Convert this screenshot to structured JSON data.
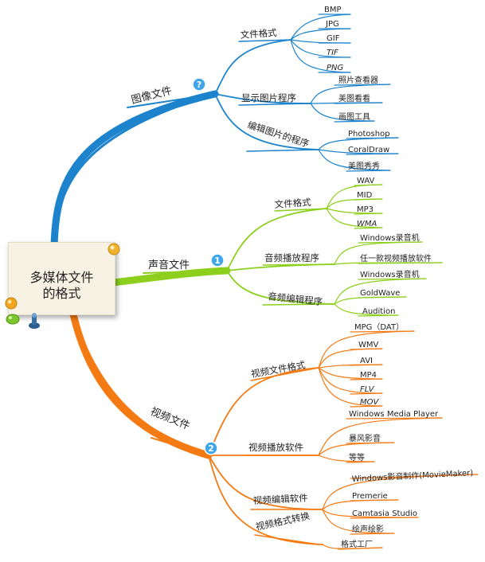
{
  "central": {
    "line1": "多媒体文件",
    "line2": "的格式"
  },
  "branches": {
    "image": {
      "label": "图像文件",
      "marker": "?",
      "groups": [
        {
          "label": "文件格式",
          "items": [
            "BMP",
            "JPG",
            "GIF",
            "TIF",
            "PNG"
          ]
        },
        {
          "label": "显示图片程序",
          "items": [
            "照片查看器",
            "美图看看",
            "画图工具"
          ]
        },
        {
          "label": "编辑图片的程序",
          "items": [
            "Photoshop",
            "CoralDraw",
            "美图秀秀"
          ]
        }
      ]
    },
    "audio": {
      "label": "声音文件",
      "marker": "1",
      "groups": [
        {
          "label": "文件格式",
          "items": [
            "WAV",
            "MID",
            "MP3",
            "WMA"
          ]
        },
        {
          "label": "音频播放程序",
          "items": [
            "Windows录音机",
            "任一款视频播放软件"
          ]
        },
        {
          "label": "音频编辑程序",
          "items": [
            "Windows录音机",
            "GoldWave",
            "Audition"
          ]
        }
      ]
    },
    "video": {
      "label": "视频文件",
      "marker": "2",
      "groups": [
        {
          "label": "视频文件格式",
          "items": [
            "MPG（DAT）",
            "WMV",
            "AVI",
            "MP4",
            "FLV",
            "MOV"
          ]
        },
        {
          "label": "视频播放软件",
          "items": [
            "Windows Media Player",
            "暴风影音",
            "等等"
          ]
        },
        {
          "label": "视频编辑软件",
          "items": [
            "Windows影音制作(MovieMaker)",
            "Premerie",
            "Camtasia Studio",
            "绘声绘影"
          ]
        },
        {
          "label": "视频格式转换",
          "items": [
            "格式工厂"
          ]
        }
      ]
    }
  },
  "colors": {
    "image": "#1c83cc",
    "audio": "#8ccf1c",
    "video": "#f47a14",
    "marker_blue": "#3fa6ea"
  }
}
